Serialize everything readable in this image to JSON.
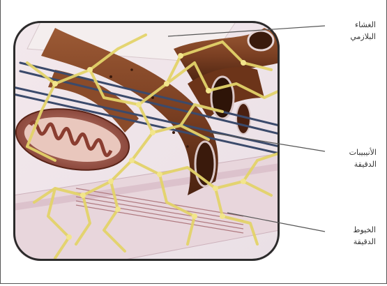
{
  "labels": {
    "basement_membrane": {
      "line1": "الغشاء",
      "line2": "البلازمي"
    },
    "microtubules": {
      "line1": "الأنيبيبات",
      "line2": "الدقيقة"
    },
    "microfilaments": {
      "line1": "الخيوط",
      "line2": "الدقيقة"
    }
  },
  "colors": {
    "cell_brown": "#8b4a2b",
    "cell_brown_dark": "#5a2a16",
    "network_yellow": "#e3d36a",
    "membrane_pink": "#e8d6dc",
    "tube_navy": "#3b4a6b",
    "mitochondria": "#a85a4a"
  }
}
